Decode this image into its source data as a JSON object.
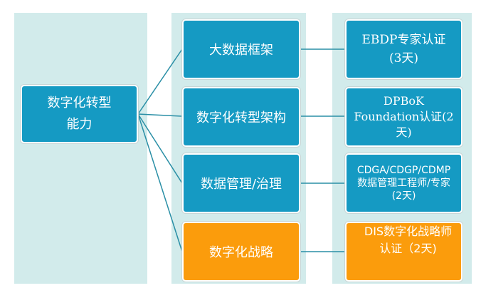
{
  "root": {
    "line1": "数字化转型",
    "line2": "能力"
  },
  "capabilities": [
    {
      "label": "大数据框架",
      "color": "blue"
    },
    {
      "label": "数字化转型架构",
      "color": "blue"
    },
    {
      "label": "数据管理/治理",
      "color": "blue"
    },
    {
      "label": "数字化战略",
      "color": "orange"
    }
  ],
  "certifications": [
    {
      "lines": [
        "EBDP专家认证",
        "(3天)"
      ]
    },
    {
      "lines": [
        "DPBoK",
        "Foundation认证(2",
        "天)"
      ]
    },
    {
      "lines": [
        "CDGA/CDGP/CDMP",
        "数据管理工程师/专家",
        "(2天)"
      ]
    },
    {
      "lines": [
        "DIS数字化战略师",
        "认证（2天)"
      ]
    }
  ],
  "colors": {
    "blue": "#159ac3",
    "orange": "#fb9c0c",
    "panel": "#d2ebeb",
    "connector": "#2a8fa6"
  }
}
